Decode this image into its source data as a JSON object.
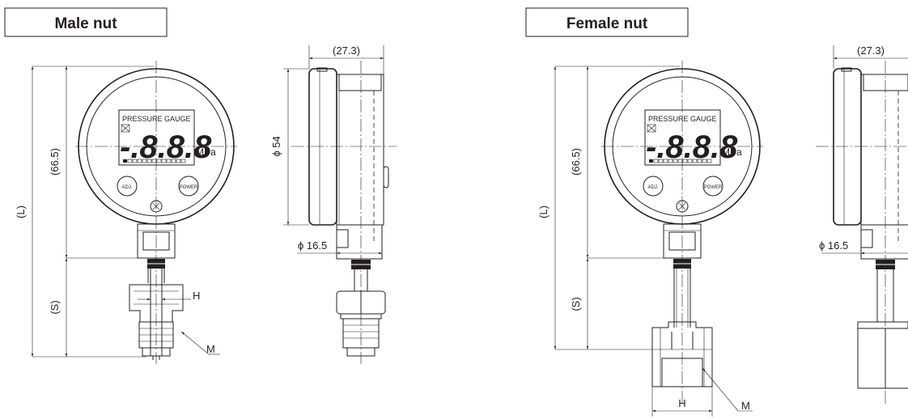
{
  "left_variant": {
    "title": "Male nut",
    "display_label": "PRESSURE GAUGE",
    "display_digits": "-.8.8.8",
    "unit": "MPa",
    "adj_button": "ADJ.",
    "power_button": "POWER",
    "dim_total_length": "(L)",
    "dim_body_height": "(66.5)",
    "dim_stem_length": "(S)",
    "dim_hex": "H",
    "dim_thread": "M",
    "side_depth": "(27.3)",
    "side_diameter": "ϕ 54",
    "side_port_diameter": "ϕ 16.5"
  },
  "right_variant": {
    "title": "Female nut",
    "display_label": "PRESSURE GAUGE",
    "display_digits": "-.8.8.8",
    "unit": "MPa",
    "adj_button": "ADJ.",
    "power_button": "POWER",
    "dim_total_length": "(L)",
    "dim_body_height": "(66.5)",
    "dim_stem_length": "(S)",
    "dim_hex": "H",
    "dim_thread": "M",
    "side_depth": "(27.3)",
    "side_port_diameter": "ϕ 16.5"
  },
  "logo_icon": "brand-logo-icon"
}
